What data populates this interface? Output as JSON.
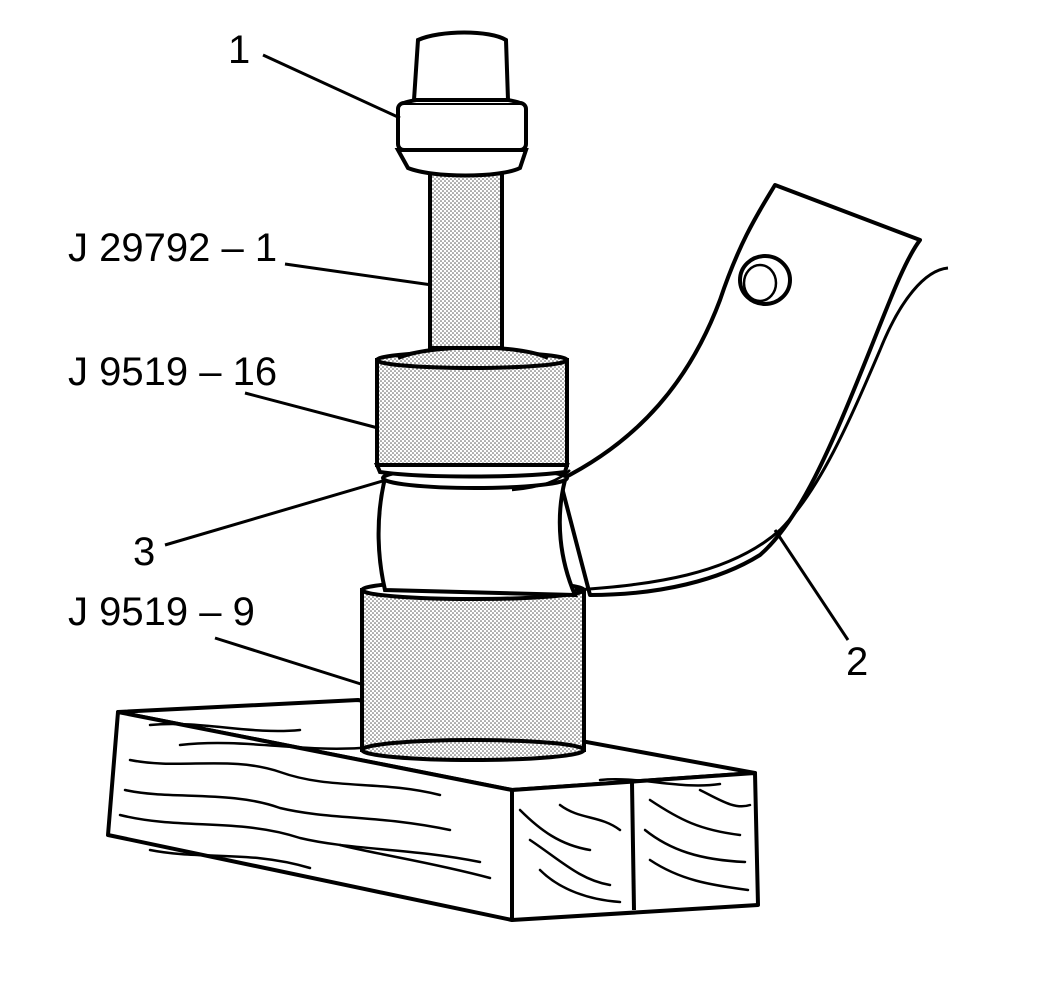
{
  "callouts": {
    "c1": "1",
    "c_j29792_1": "J 29792 – 1",
    "c_j9519_16": "J 9519 – 16",
    "c3": "3",
    "c_j9519_9": "J 9519 – 9",
    "c2": "2"
  },
  "colors": {
    "ink": "#000000",
    "paper": "#ffffff",
    "stipple": "#bdbdbd"
  }
}
